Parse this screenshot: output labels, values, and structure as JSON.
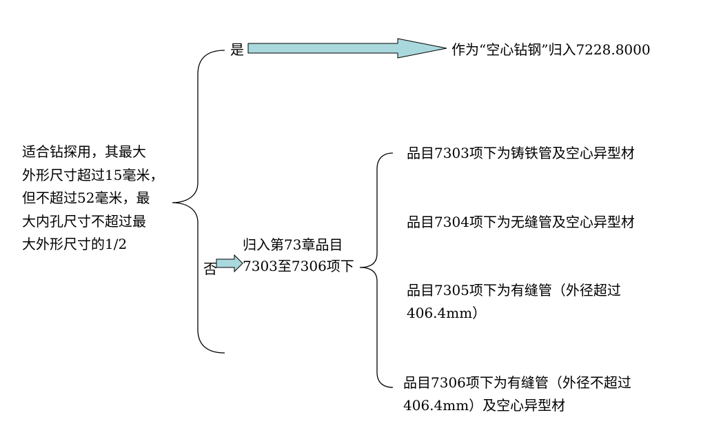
{
  "condition": {
    "lines": [
      "适合钻探用，其最大",
      "外形尺寸超过15毫米，",
      "但不超过52毫米，最",
      "大内孔尺寸不超过最",
      "大外形尺寸的1/2"
    ]
  },
  "branch_yes": {
    "label": "是",
    "result": "作为“空心钻钢”归入7228.8000"
  },
  "branch_no": {
    "label": "否",
    "result_lines": [
      "归入第73章品目",
      "7303至7306项下"
    ],
    "sub_items": [
      {
        "lines": [
          "品目7303项下为铸铁管及空心异型材"
        ]
      },
      {
        "lines": [
          "品目7304项下为无缝管及空心异型材"
        ]
      },
      {
        "lines": [
          "品目7305项下为有缝管（外径超过",
          "406.4mm）"
        ]
      },
      {
        "lines": [
          "品目7306项下为有缝管（外径不超过",
          "406.4mm）及空心异型材"
        ]
      }
    ]
  },
  "colors": {
    "arrow_fill": "#a9d8dd",
    "line": "#000000"
  }
}
